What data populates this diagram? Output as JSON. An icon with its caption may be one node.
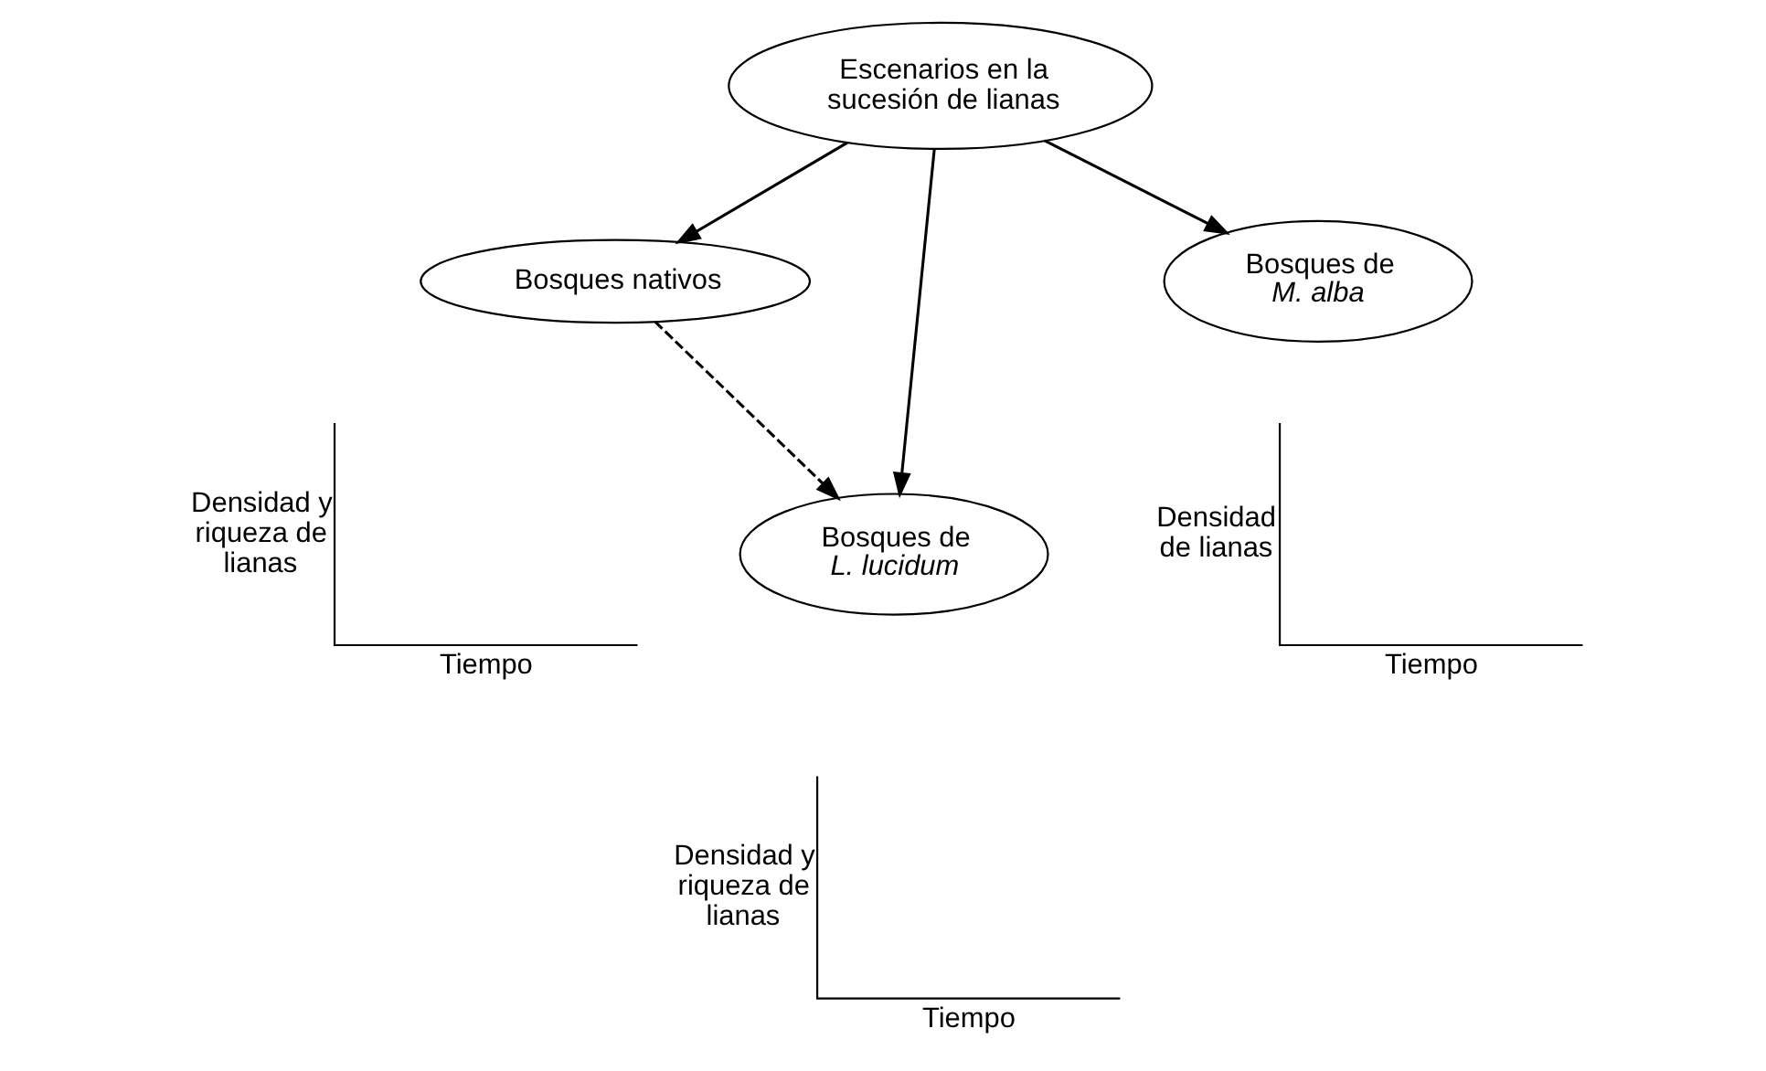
{
  "diagram": {
    "nodes": [
      {
        "text": [
          "Escenarios en la sucesión de lianas"
        ]
      },
      {
        "text": [
          "Bosques nativos"
        ]
      },
      {
        "text": [
          "Bosques de *M. alba*"
        ]
      },
      {
        "text": [
          "Bosques de *L. lucidum*"
        ]
      }
    ],
    "edges": [
      {
        "from": 0,
        "to": 1,
        "arrow": "to"
      },
      {
        "from": 0,
        "to": 3,
        "arrow": "to"
      },
      {
        "from": 0,
        "to": 2,
        "arrow": "to"
      },
      {
        "from": 1,
        "to": 3,
        "arrow": "to",
        "style": "dashed"
      }
    ],
    "labels": [
      "Densidad y riqueza de lianas",
      "Tiempo",
      "Densidad y riqueza de lianas",
      "Tiempo",
      "Densidad de lianas",
      "Tiempo"
    ]
  }
}
